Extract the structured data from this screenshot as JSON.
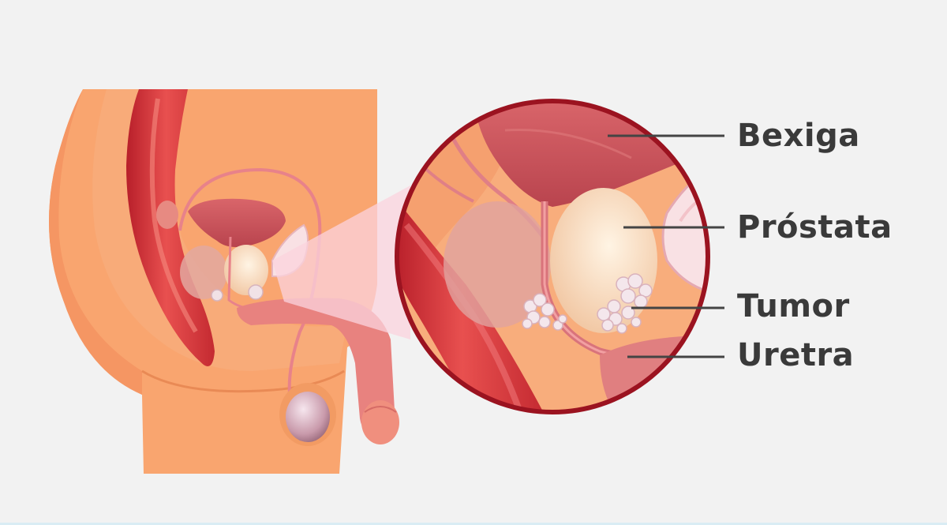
{
  "labels": {
    "bexiga": "Bexiga",
    "prostata": "Próstata",
    "tumor": "Tumor",
    "uretra": "Uretra"
  },
  "colors": {
    "background": "#f2f2f2",
    "skin": "#f9a56f",
    "skin_dark": "#f48f5e",
    "muscle_red": "#d9363e",
    "bladder": "#c9525a",
    "prostate": "#f7dcc0",
    "ring": "#9b1320",
    "label_text": "#3a3a3a",
    "leader_line": "#444444"
  }
}
